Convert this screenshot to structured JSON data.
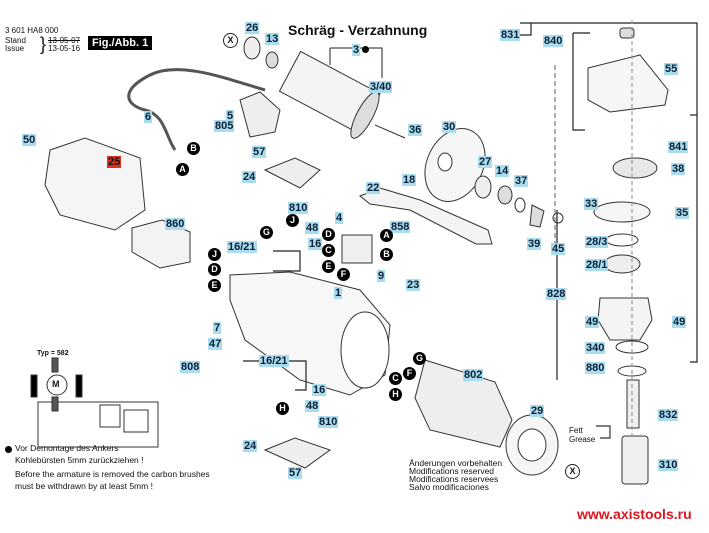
{
  "header": {
    "doc_number": "3 601 HA8 000",
    "stand_label": "Stand",
    "issue_label": "Issue",
    "stand_date_struck": "13-05-07",
    "issue_date": "13-05-16",
    "figure_label": "Fig./Abb. 1"
  },
  "title": "Schräg - Verzahnung",
  "part_labels": {
    "p26": "26",
    "p13": "13",
    "p3": "3",
    "p3_40": "3/40",
    "p6": "6",
    "p5": "5",
    "p805": "805",
    "p36": "36",
    "p30": "30",
    "p50": "50",
    "p25": "25",
    "p57a": "57",
    "p24a": "24",
    "p810a": "810",
    "p48a": "48",
    "p16_21a": "16/21",
    "p16a": "16",
    "p22": "22",
    "p18": "18",
    "p27": "27",
    "p14": "14",
    "p37": "37",
    "p4": "4",
    "p858": "858",
    "p860": "860",
    "p39": "39",
    "p45": "45",
    "p9": "9",
    "p23": "23",
    "p1": "1",
    "p7": "7",
    "p47": "47",
    "p808": "808",
    "p16_21b": "16/21",
    "p16b": "16",
    "p48b": "48",
    "p810b": "810",
    "p24b": "24",
    "p57b": "57",
    "p802": "802",
    "p29": "29",
    "p831": "831",
    "p840": "840",
    "p55": "55",
    "p841": "841",
    "p38": "38",
    "p33": "33",
    "p35": "35",
    "p28_3": "28/3",
    "p28_1": "28/1",
    "p828": "828",
    "p49a": "49",
    "p49b": "49",
    "p340": "340",
    "p880": "880",
    "p832": "832",
    "p310": "310"
  },
  "connector_labels": {
    "A": "A",
    "B": "B",
    "C": "C",
    "D": "D",
    "E": "E",
    "F": "F",
    "G": "G",
    "H": "H",
    "J": "J",
    "X": "X"
  },
  "armature_marker_icon": "filled-circle-icon",
  "wiring": {
    "type_label": "Typ = 582",
    "motor_label": "M"
  },
  "notes": {
    "de": "Vor Demontage des Ankers\nKohlebürsten 5mm zurückziehen !",
    "de_line1": "Vor Demontage des Ankers",
    "de_line2": "Kohlebürsten 5mm zurückziehen !",
    "en_line1": "Before the armature is removed the carbon brushes",
    "en_line2": "must be withdrawn by at least 5mm !"
  },
  "modifications": {
    "line1": "Änderungen vorbehalten",
    "line2": "Modifications reserved",
    "line3": "Modifications reservees",
    "line4": "Salvo modificaciones"
  },
  "grease": {
    "line1": "Fett",
    "line2": "Grease"
  },
  "watermark": "www.axistools.ru",
  "colors": {
    "label_bg": "#a9dcef",
    "highlight_label_bg": "#d9331f",
    "watermark": "#e0141e"
  }
}
